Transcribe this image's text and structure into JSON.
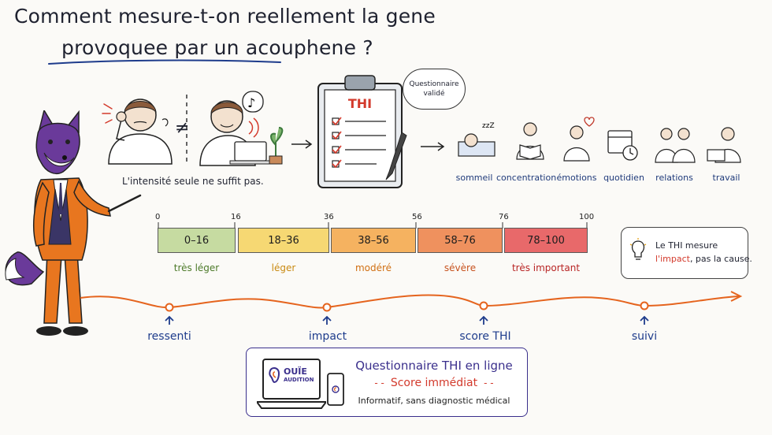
{
  "title": {
    "line1": "Comment mesure-t-on reellement la gene",
    "line2": "provoquee par un acouphene ?"
  },
  "illustration": {
    "not_equal": "≠",
    "caption": "L'intensité seule ne suffit pas."
  },
  "clipboard": {
    "label": "THI",
    "bubble_line1": "Questionnaire",
    "bubble_line2": "validé"
  },
  "domains": [
    {
      "label": "sommeil"
    },
    {
      "label": "concentration"
    },
    {
      "label": "émotions"
    },
    {
      "label": "quotidien"
    },
    {
      "label": "relations"
    },
    {
      "label": "travail"
    }
  ],
  "scale": {
    "ticks": [
      "0",
      "16",
      "36",
      "56",
      "76",
      "100"
    ],
    "segments": [
      {
        "range": "0–16",
        "label": "très léger",
        "color": "#c6dba1",
        "label_color": "#4d7a2a"
      },
      {
        "range": "18–36",
        "label": "léger",
        "color": "#f6d873",
        "label_color": "#c98a12"
      },
      {
        "range": "38–56",
        "label": "modéré",
        "color": "#f5b260",
        "label_color": "#d06f12"
      },
      {
        "range": "58–76",
        "label": "sévère",
        "color": "#ef915e",
        "label_color": "#c7521e"
      },
      {
        "range": "78–100",
        "label": "très important",
        "color": "#e8696a",
        "label_color": "#b82525"
      }
    ]
  },
  "note": {
    "line1": "Le THI mesure",
    "line2_highlight": "l'impact",
    "line2_rest": ", pas la cause."
  },
  "timeline": {
    "steps": [
      {
        "label": "ressenti"
      },
      {
        "label": "impact"
      },
      {
        "label": "score THI"
      },
      {
        "label": "suivi"
      }
    ]
  },
  "cta": {
    "logo_line1": "OUÏE",
    "logo_line2": "AUDITION",
    "heading": "Questionnaire THI en ligne",
    "subheading": "Score immédiat",
    "footnote": "Informatif, sans diagnostic médical"
  },
  "colors": {
    "accent_orange": "#e5641e",
    "navy": "#1e3c8c",
    "purple": "#3a2f8c",
    "red": "#d33a2c"
  }
}
